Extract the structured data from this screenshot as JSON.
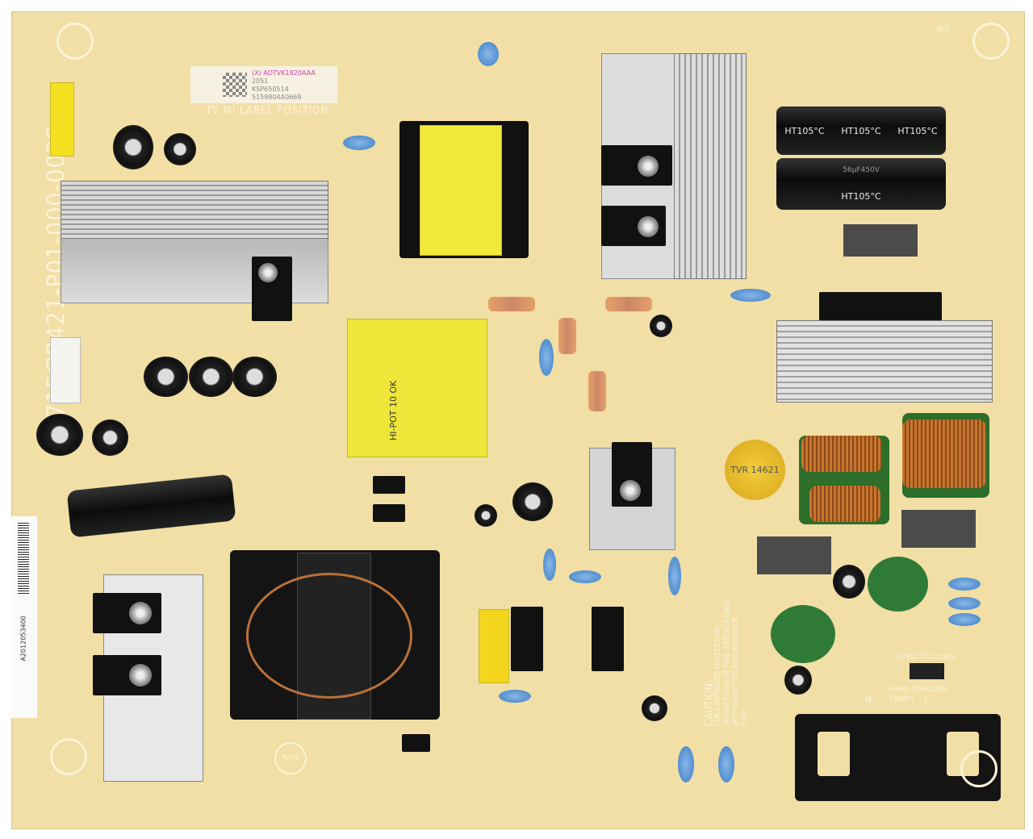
{
  "board": {
    "part_number": "715GB421-P01-000-003S",
    "label_position": "TV MI LABEL POSITION",
    "rohs": "RoHS",
    "dip": "DIP",
    "barcode_sticker": "A2012053400"
  },
  "label": {
    "line1": "(X) ADTVK1820AAA",
    "line2": "2051",
    "line3": "KSP650514",
    "line4": "5159804A0669"
  },
  "caps": {
    "rating_top": "HT105°C",
    "rating_bottom": "56µF450V"
  },
  "varistor": "TVR 14621",
  "transformer": {
    "line1": "HI-POT",
    "line2": "10 OK"
  },
  "caution": {
    "title": "CAUTION:",
    "text": "FOR CONTINUED PROTECTION AGAINST RISK OF FIRE, REPLACE ONLY WITH SAME TYPE AND RATING OF FUSE."
  },
  "fuses": {
    "f9902": "F9902 T5AL/250V",
    "f9901": "F9901 T5AH/250V"
  },
  "connector": {
    "ref": "CN9901",
    "n": "N",
    "l": "L"
  }
}
